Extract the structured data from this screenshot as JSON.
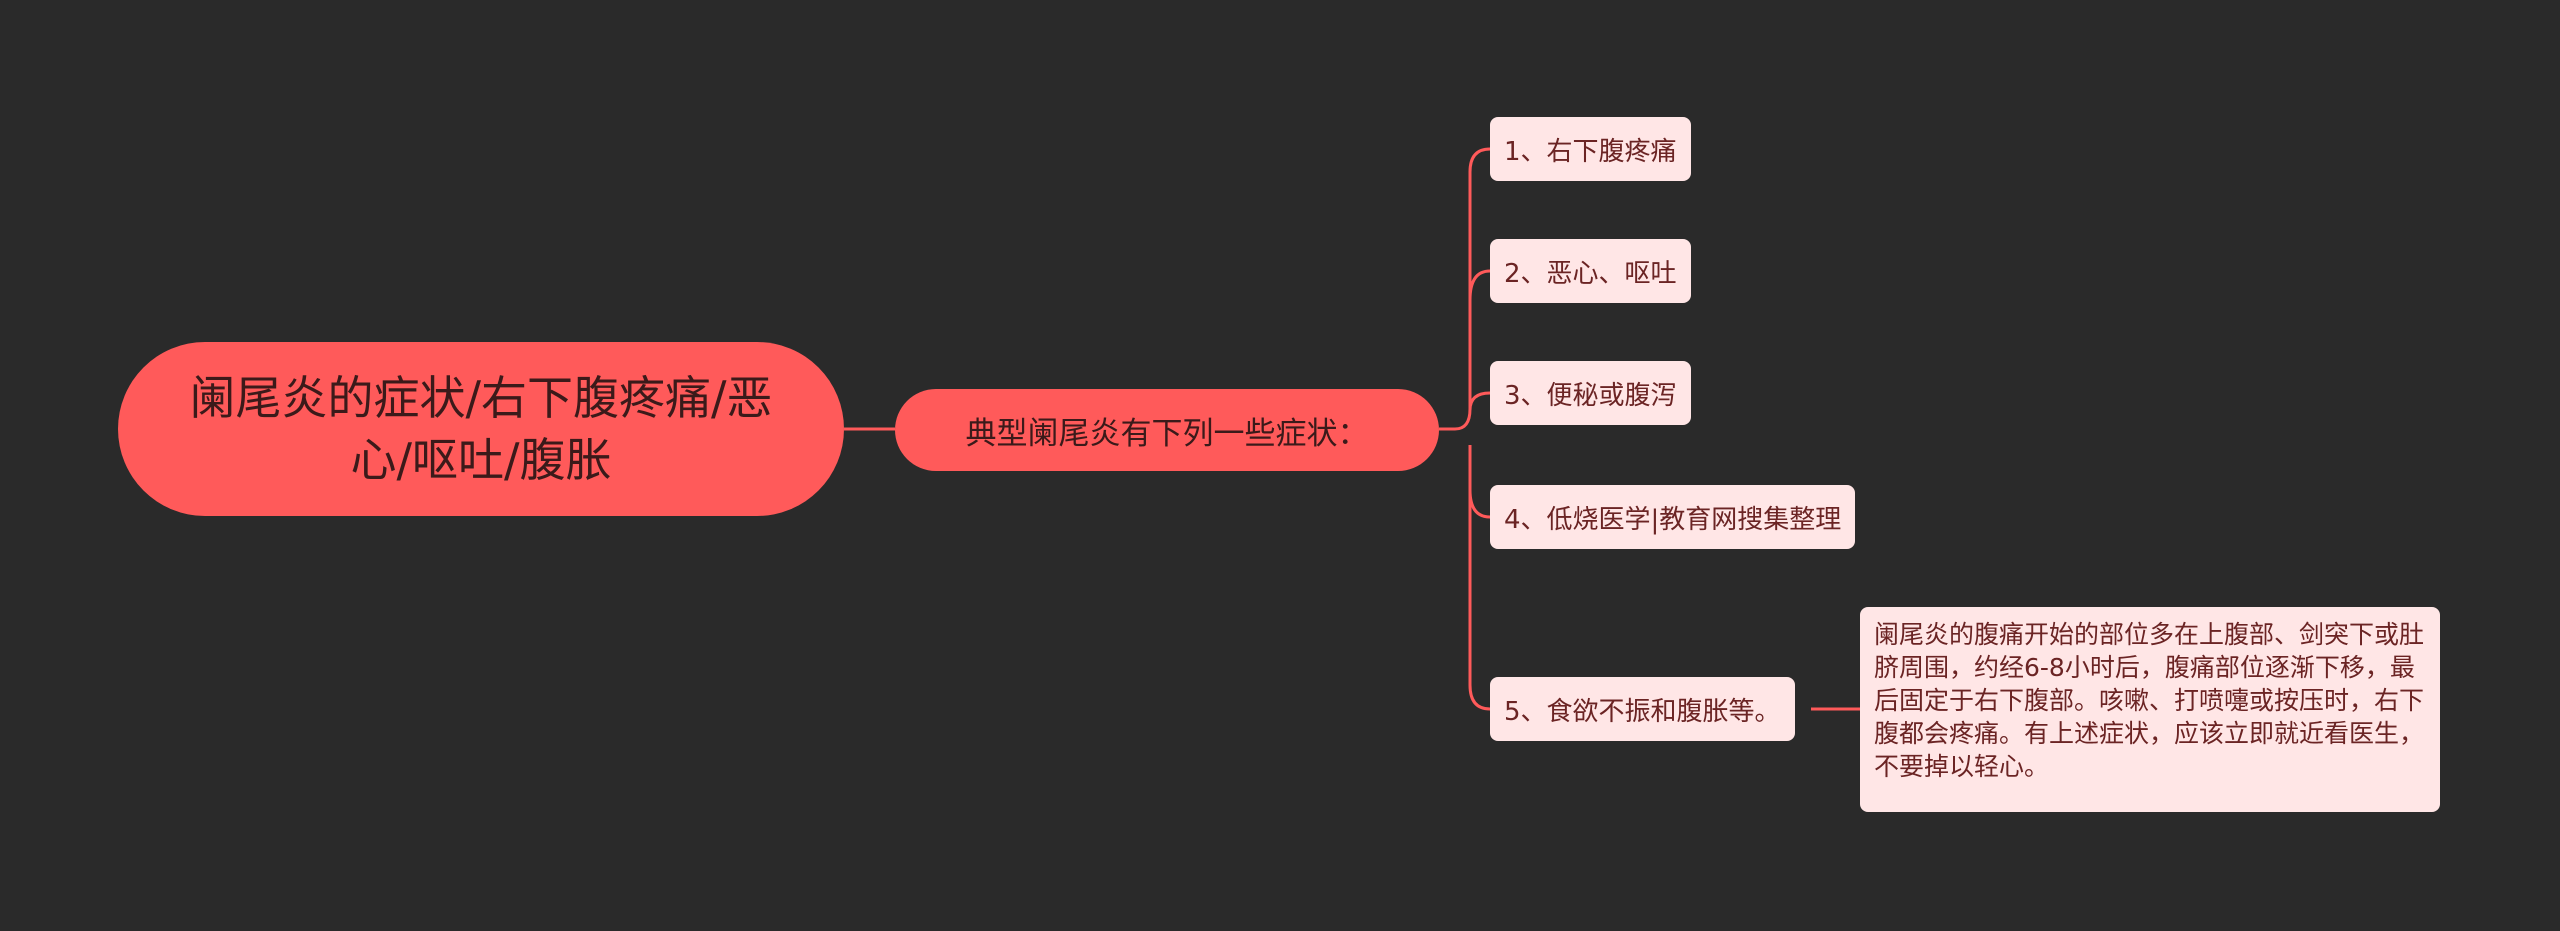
{
  "colors": {
    "background": "#2a2a2a",
    "accent": "#ff5a5a",
    "leaf_bg": "#ffe6e6",
    "line": "#ff5a5a"
  },
  "root": {
    "text": "阑尾炎的症状/右下腹疼痛/恶心/呕吐/腹胀"
  },
  "branch": {
    "text": "典型阑尾炎有下列一些症状："
  },
  "leaves": [
    "1、右下腹疼痛",
    "2、恶心、呕吐",
    "3、便秘或腹泻",
    "4、低烧医学|教育网搜集整理",
    "5、食欲不振和腹胀等。"
  ],
  "detail": {
    "text": "阑尾炎的腹痛开始的部位多在上腹部、剑突下或肚脐周围，约经6-8小时后，腹痛部位逐渐下移，最后固定于右下腹部。咳嗽、打喷嚏或按压时，右下腹都会疼痛。有上述症状，应该立即就近看医生，不要掉以轻心。"
  }
}
